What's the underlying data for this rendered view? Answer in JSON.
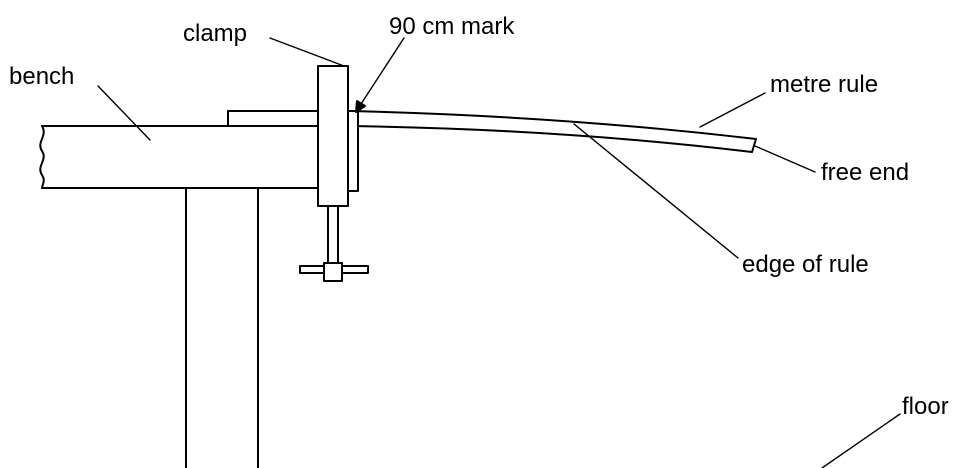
{
  "labels": {
    "bench": "bench",
    "clamp": "clamp",
    "mark": "90 cm mark",
    "metre_rule": "metre rule",
    "free_end": "free end",
    "edge_of_rule": "edge of rule",
    "floor": "floor"
  }
}
